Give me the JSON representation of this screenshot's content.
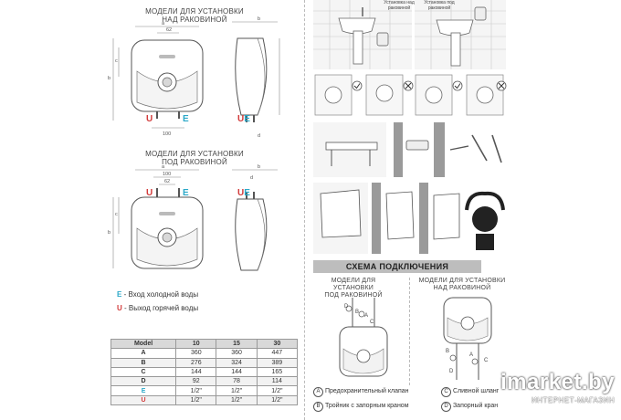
{
  "top_left_title": [
    "МОДЕЛИ ДЛЯ УСТАНОВКИ",
    "НАД РАКОВИНОЙ"
  ],
  "mid_left_title": [
    "МОДЕЛИ ДЛЯ УСТАНОВКИ",
    "ПОД РАКОВИНОЙ"
  ],
  "dims": {
    "d62": "62",
    "d100": "100",
    "a": "a",
    "b": "b",
    "c": "c",
    "d": "d"
  },
  "port_labels": {
    "u": "U",
    "e": "E"
  },
  "legend": {
    "e": {
      "key": "E",
      "text": "- Вход холодной воды"
    },
    "u": {
      "key": "U",
      "text": "- Выход горячей воды"
    }
  },
  "spec_table": {
    "headers": [
      "Model",
      "10",
      "15",
      "30"
    ],
    "rows": [
      [
        "A",
        "360",
        "360",
        "447"
      ],
      [
        "B",
        "276",
        "324",
        "389"
      ],
      [
        "C",
        "144",
        "144",
        "165"
      ],
      [
        "D",
        "92",
        "78",
        "114"
      ],
      [
        "E",
        "1/2\"",
        "1/2\"",
        "1/2\""
      ],
      [
        "U",
        "1/2\"",
        "1/2\"",
        "1/2\""
      ]
    ]
  },
  "install_labels": {
    "over": "Установка над раковиной",
    "under": "Установка под раковиной"
  },
  "schema": {
    "title": "СХЕМА ПОДКЛЮЧЕНИЯ",
    "col1": [
      "МОДЕЛИ ДЛЯ УСТАНОВКИ",
      "ПОД РАКОВИНОЙ"
    ],
    "col2": [
      "МОДЕЛИ ДЛЯ УСТАНОВКИ",
      "НАД РАКОВИНОЙ"
    ],
    "letters": [
      "A",
      "B",
      "C",
      "D"
    ],
    "legend": [
      {
        "key": "A",
        "text": "Предохранительный клапан"
      },
      {
        "key": "B",
        "text": "Тройник с запорным краном"
      },
      {
        "key": "C",
        "text": "Сливной шланг"
      },
      {
        "key": "D",
        "text": "Запорный кран"
      }
    ]
  },
  "watermark": {
    "brand": "imarket.by",
    "sub": "ИНТЕРНЕТ-МАГАЗИН"
  },
  "colors": {
    "e_blue": "#2aa8c8",
    "u_red": "#d23a3a",
    "outline": "#555555",
    "table_header": "#d9d9d9",
    "schema_bar": "#bdbdbd"
  }
}
